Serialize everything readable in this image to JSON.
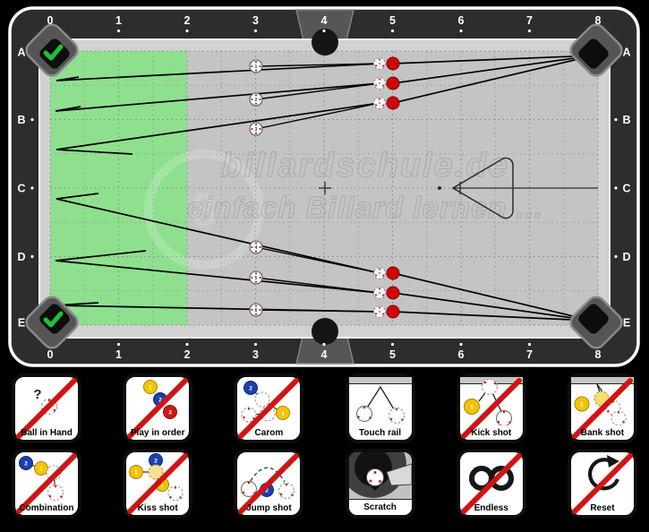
{
  "table": {
    "column_labels": [
      "0",
      "1",
      "2",
      "3",
      "4",
      "5",
      "6",
      "7",
      "8"
    ],
    "row_labels": [
      "A",
      "B",
      "C",
      "D",
      "E"
    ],
    "checked_pockets": [
      "top-left",
      "bottom-left"
    ],
    "watermark": {
      "line1": "billardschule.de",
      "line2": "einfach Billard lernen ...",
      "ball_text": "8"
    },
    "colors": {
      "rail": "#2d2d2d",
      "cloth": "#c4c4c4",
      "cushion": "#d2d2d2",
      "zone_green": "#8ee08e",
      "object_ball_red": "#ce0606",
      "checkmark_green": "#1ec235",
      "cross_red": "#cf1414"
    },
    "shots": [
      {
        "number": "1",
        "cue": [
          286,
          74
        ],
        "ghost": [
          424,
          71
        ],
        "ball": [
          439,
          71
        ],
        "pocket": [
          663,
          62
        ],
        "cushion": [
          63,
          90
        ],
        "rebound": [
          88,
          86
        ]
      },
      {
        "number": "2",
        "cue": [
          286,
          111
        ],
        "ghost": [
          424,
          93
        ],
        "ball": [
          439,
          93
        ],
        "pocket": [
          663,
          62
        ],
        "cushion": [
          62,
          124
        ],
        "rebound": [
          90,
          119
        ]
      },
      {
        "number": "3",
        "cue": [
          286,
          144
        ],
        "ghost": [
          424,
          115
        ],
        "ball": [
          439,
          115
        ],
        "pocket": [
          663,
          62
        ],
        "cushion": [
          63,
          167
        ],
        "rebound": [
          148,
          172
        ]
      },
      {
        "number": "4",
        "cue": [
          286,
          276
        ],
        "ghost": [
          424,
          305
        ],
        "ball": [
          439,
          305
        ],
        "pocket": [
          661,
          358
        ],
        "cushion": [
          63,
          222
        ],
        "rebound": [
          110,
          216
        ]
      },
      {
        "number": "5",
        "cue": [
          286,
          310
        ],
        "ghost": [
          424,
          327
        ],
        "ball": [
          439,
          327
        ],
        "pocket": [
          661,
          358
        ],
        "cushion": [
          62,
          291
        ],
        "rebound": [
          163,
          280
        ]
      },
      {
        "number": "6",
        "cue": [
          286,
          346
        ],
        "ghost": [
          424,
          348
        ],
        "ball": [
          439,
          348
        ],
        "pocket": [
          661,
          358
        ],
        "cushion": [
          62,
          341
        ],
        "rebound": [
          110,
          338
        ]
      }
    ]
  },
  "icon_texts": {
    "question": "?",
    "one": "1",
    "two": "2",
    "three": "3"
  },
  "buttons": [
    {
      "id": "ball-in-hand",
      "label": "Ball in Hand",
      "disabled": true
    },
    {
      "id": "play-in-order",
      "label": "Play in order",
      "disabled": true
    },
    {
      "id": "carom",
      "label": "Carom",
      "disabled": true
    },
    {
      "id": "touch-rail",
      "label": "Touch rail",
      "disabled": false
    },
    {
      "id": "kick-shot",
      "label": "Kick shot",
      "disabled": true
    },
    {
      "id": "bank-shot",
      "label": "Bank shot",
      "disabled": true
    },
    {
      "id": "combination",
      "label": "Combination",
      "disabled": true
    },
    {
      "id": "kiss-shot",
      "label": "Kiss shot",
      "disabled": true
    },
    {
      "id": "jump-shot",
      "label": "Jump shot",
      "disabled": true
    },
    {
      "id": "scratch",
      "label": "Scratch",
      "disabled": false
    },
    {
      "id": "endless",
      "label": "Endless",
      "disabled": true
    },
    {
      "id": "reset",
      "label": "Reset",
      "disabled": true
    }
  ]
}
